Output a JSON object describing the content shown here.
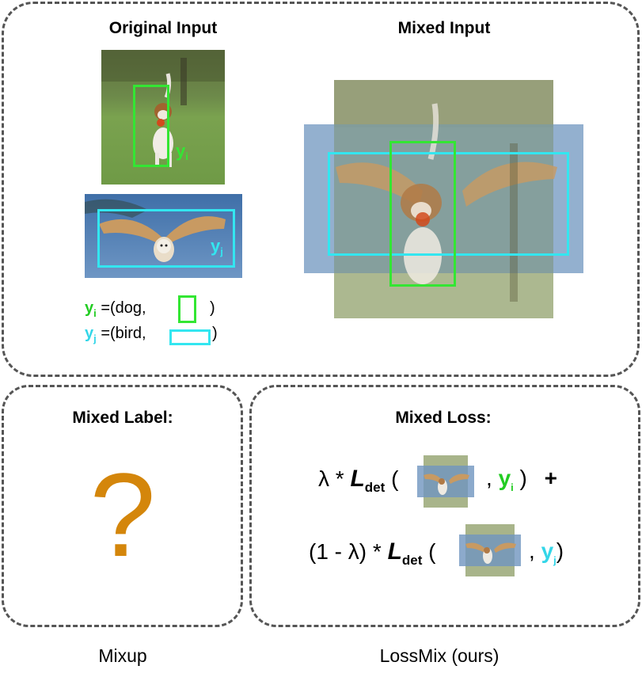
{
  "top_panel": {
    "original_title": "Original Input",
    "mixed_title": "Mixed Input",
    "label_yi": "y",
    "label_yi_sub": "i",
    "label_yj": "y",
    "label_yj_sub": "j",
    "eq_dog_prefix": "=(dog,",
    "eq_dog_suffix": ")",
    "eq_bird_prefix": "=(bird,",
    "eq_bird_suffix": ")"
  },
  "mixup_panel": {
    "title": "Mixed Label:",
    "question": "?"
  },
  "lossmix_panel": {
    "title": "Mixed Loss:",
    "lambda_prefix": "λ *",
    "one_minus_lambda": "(1 - λ) *",
    "L": "L",
    "L_sub": "det",
    "open_paren": "(",
    "close_paren": ")",
    "comma": ",",
    "plus": "+",
    "y": "y",
    "sub_i": "i",
    "sub_j": "j"
  },
  "captions": {
    "mixup": "Mixup",
    "lossmix": "LossMix (ours)"
  },
  "colors": {
    "green": "#33e633",
    "cyan": "#33e6f0",
    "question": "#d4860b",
    "dash": "#555555"
  },
  "icons": [
    "dog-photo",
    "owl-photo",
    "mixed-photo"
  ]
}
